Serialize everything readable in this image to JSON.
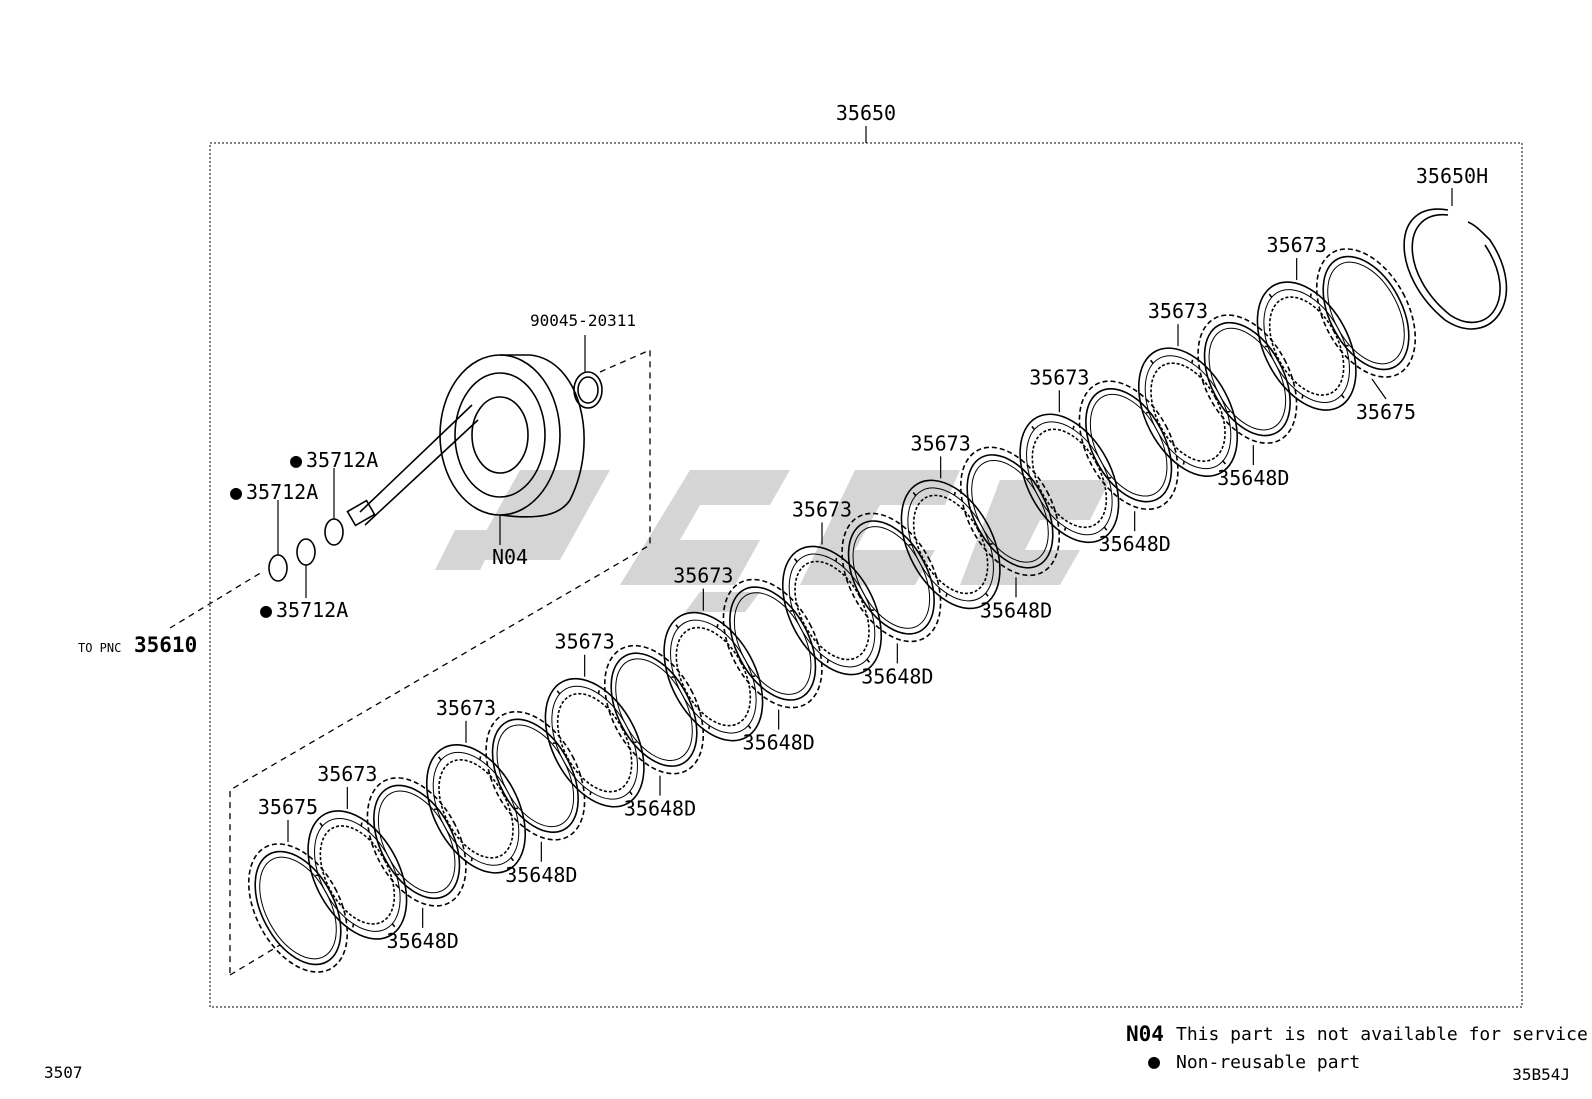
{
  "assembly": {
    "number": "35650",
    "snap_ring": "35650H",
    "drum": "N04",
    "snap_ring_small": "90045-20311"
  },
  "to_pnc": {
    "prefix": "TO PNC",
    "number": "35610"
  },
  "seal_rings": [
    {
      "bullet": "●",
      "number": "35712A"
    },
    {
      "bullet": "●",
      "number": "35712A"
    },
    {
      "bullet": "●",
      "number": "35712A"
    }
  ],
  "plates": [
    {
      "number": "35675"
    },
    {
      "number": "35673"
    },
    {
      "number": "35648D"
    },
    {
      "number": "35673"
    },
    {
      "number": "35648D"
    },
    {
      "number": "35673"
    },
    {
      "number": "35648D"
    },
    {
      "number": "35673"
    },
    {
      "number": "35648D"
    },
    {
      "number": "35673"
    },
    {
      "number": "35648D"
    },
    {
      "number": "35673"
    },
    {
      "number": "35648D"
    },
    {
      "number": "35673"
    },
    {
      "number": "35648D"
    },
    {
      "number": "35673"
    },
    {
      "number": "35648D"
    },
    {
      "number": "35673"
    },
    {
      "number": "35675"
    }
  ],
  "legend": {
    "code": "N04",
    "code_text": "This part is not available for service",
    "bullet": "●",
    "bullet_text": "Non-reusable part"
  },
  "corner": {
    "left": "3507",
    "right": "35B54J"
  },
  "watermark": {
    "brand_color": "#b4b4b4"
  }
}
